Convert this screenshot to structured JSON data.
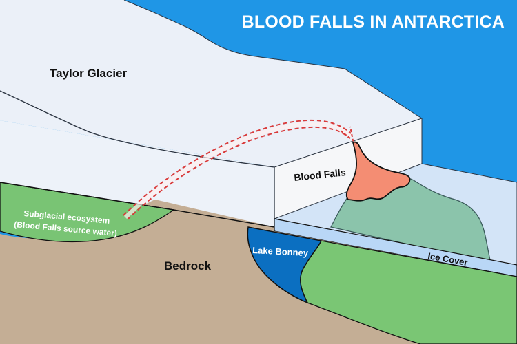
{
  "title": "BLOOD FALLS IN ANTARCTICA",
  "labels": {
    "glacier": "Taylor Glacier",
    "blood_falls": "Blood Falls",
    "subglacial_line1": "Subglacial ecosystem",
    "subglacial_line2": "(Blood Falls source water)",
    "bedrock": "Bedrock",
    "lake": "Lake Bonney",
    "ice_cover": "Ice Cover"
  },
  "colors": {
    "sky": "#1f96e6",
    "glacier": "#ebf0f8",
    "glacier_face": "#f6f7f9",
    "distant_ice": "#d3e4f7",
    "ice_cover": "#b9d7f6",
    "subglacial": "#79c474",
    "green_land": "#7ac674",
    "hill": "#8bc4ab",
    "bedrock": "#c4ae95",
    "lake": "#0b6fc1",
    "blood": "#f48d73",
    "arrow": "#d93a3a"
  }
}
